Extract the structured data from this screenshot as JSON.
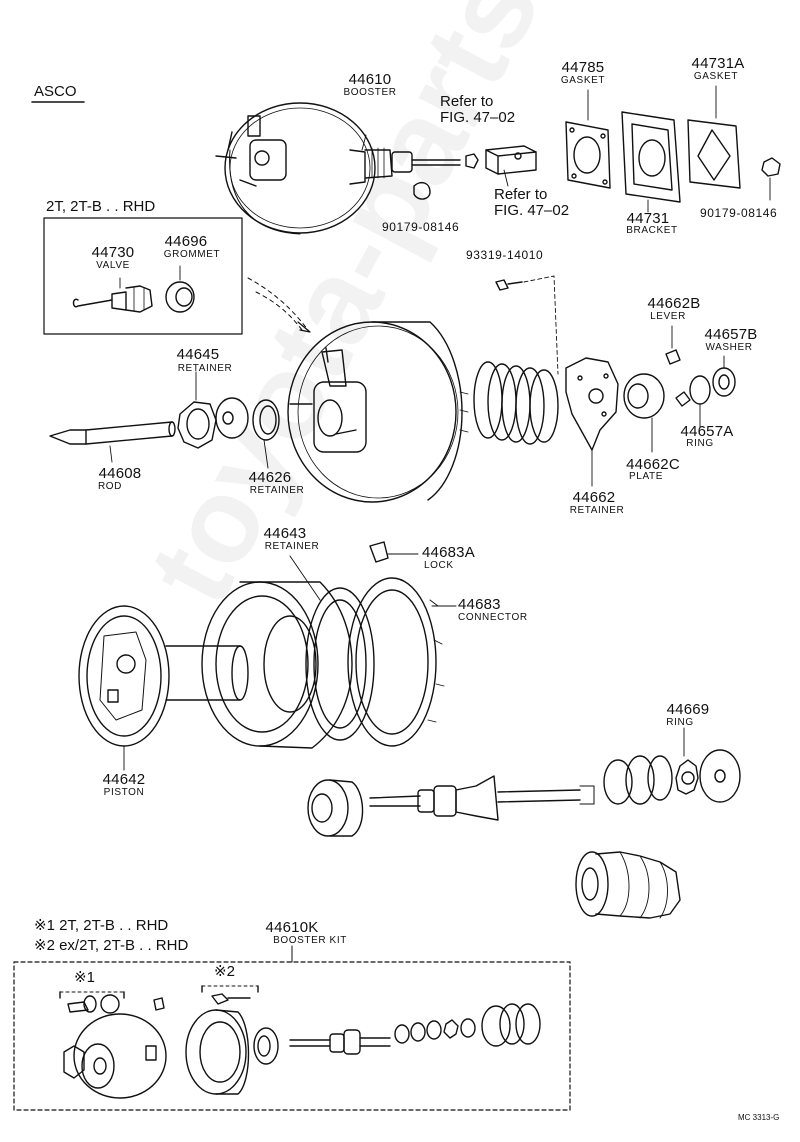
{
  "watermark": "toyota-parts-online",
  "labels": {
    "asco": "ASCO",
    "p44610": "44610",
    "p44610_name": "BOOSTER",
    "refer1_a": "Refer to",
    "refer1_b": "FIG. 47–02",
    "refer2_a": "Refer to",
    "refer2_b": "FIG. 47–02",
    "p44785": "44785",
    "p44785_name": "GASKET",
    "p44731A": "44731A",
    "p44731A_name": "GASKET",
    "p44731": "44731",
    "p44731_name": "BRACKET",
    "p90179a": "90179-08146",
    "p90179b": "90179-08146",
    "inset_title": "2T, 2T-B . . RHD",
    "p44730": "44730",
    "p44730_name": "VALVE",
    "p44696": "44696",
    "p44696_name": "GROMMET",
    "p93319": "93319-14010",
    "p44662B": "44662B",
    "p44662B_name": "LEVER",
    "p44657B": "44657B",
    "p44657B_name": "WASHER",
    "p44645": "44645",
    "p44645_name": "RETAINER",
    "p44657A": "44657A",
    "p44657A_name": "RING",
    "p44662C": "44662C",
    "p44662C_name": "PLATE",
    "p44608": "44608",
    "p44608_name": "ROD",
    "p44626": "44626",
    "p44626_name": "RETAINER",
    "p44662": "44662",
    "p44662_name": "RETAINER",
    "p44643": "44643",
    "p44643_name": "RETAINER",
    "p44683A": "44683A",
    "p44683A_name": "LOCK",
    "p44683": "44683",
    "p44683_name": "CONNECTOR",
    "p44669": "44669",
    "p44669_name": "RING",
    "p44642": "44642",
    "p44642_name": "PISTON",
    "note1": "※1 2T, 2T-B . . RHD",
    "note2": "※2 ex/2T, 2T-B . . RHD",
    "p44610K": "44610K",
    "p44610K_name": "BOOSTER KIT",
    "kit1": "※1",
    "kit2": "※2",
    "fig_code": "MC 3313-G"
  }
}
